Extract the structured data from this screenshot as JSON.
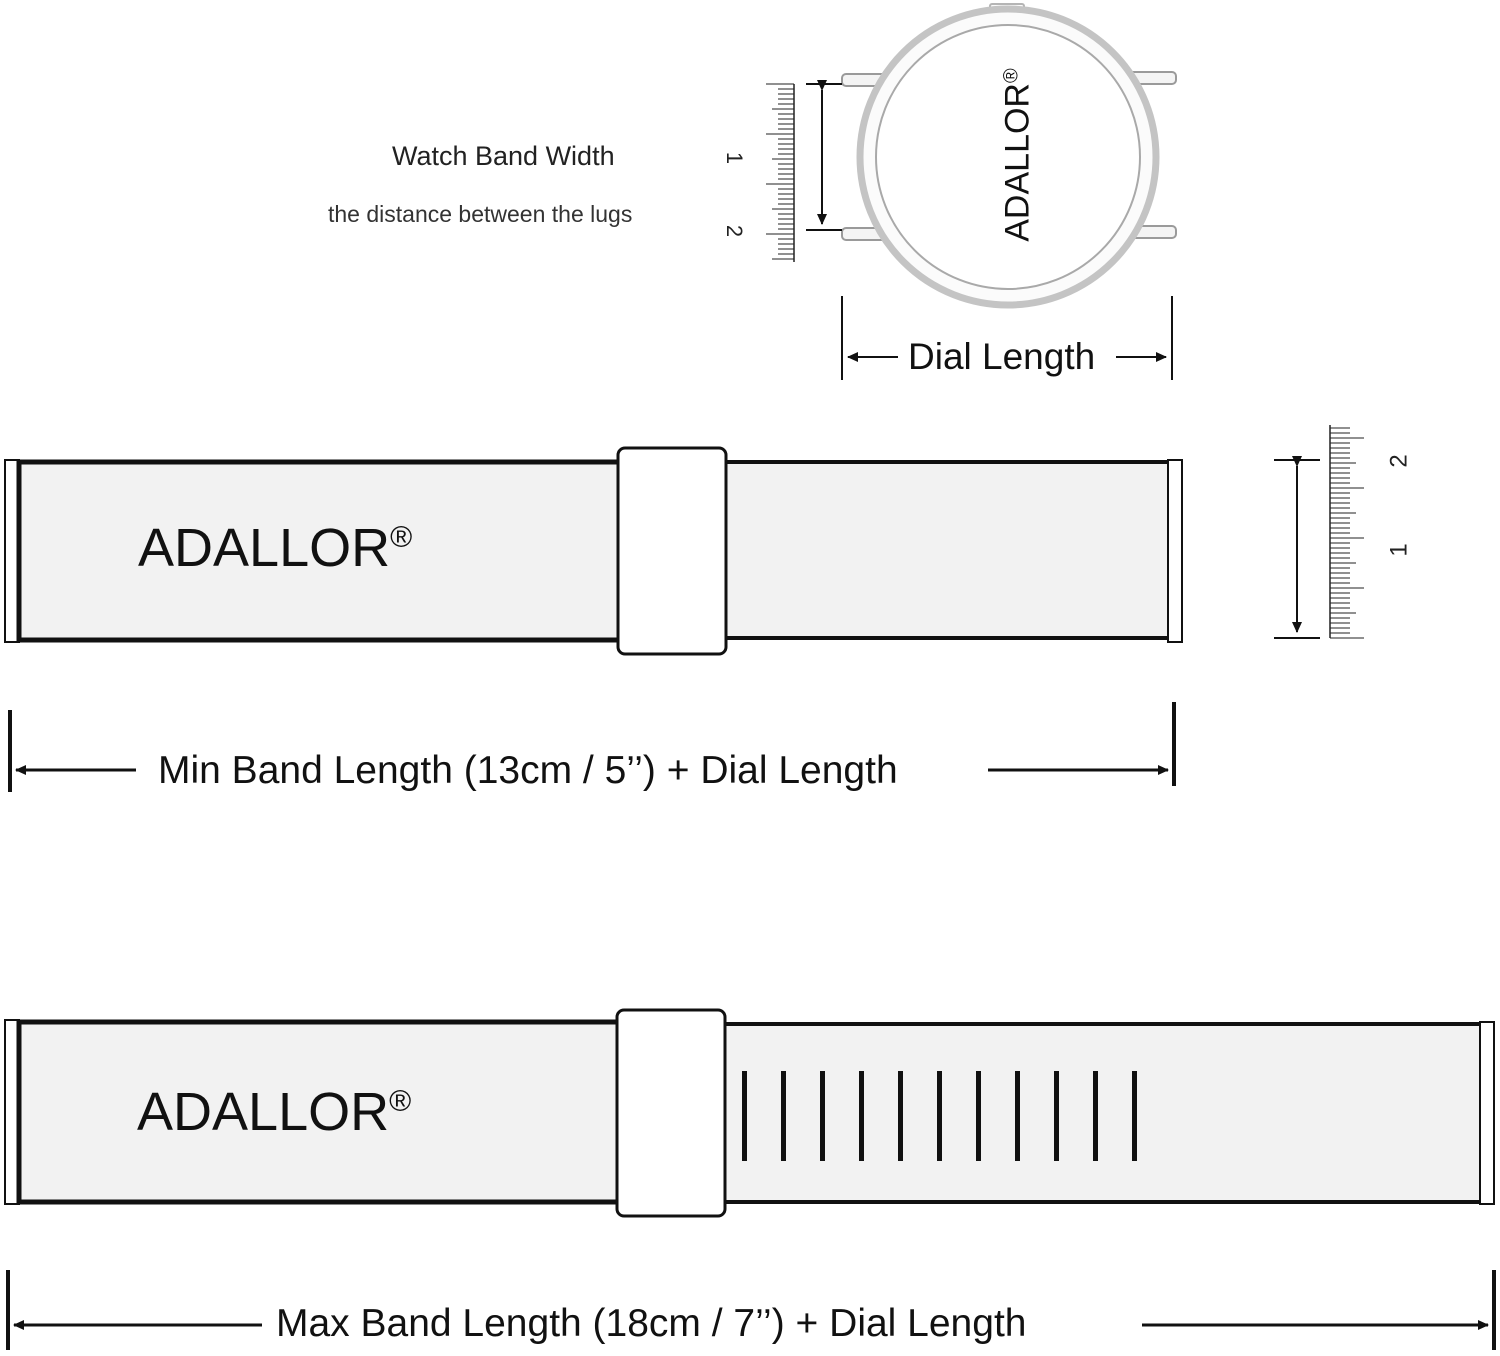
{
  "labels": {
    "band_width_title": "Watch Band Width",
    "band_width_subtitle": "the distance between the lugs",
    "dial_length": "Dial Length",
    "min_band_length": "Min Band Length (13cm / 5’’) + Dial Length",
    "max_band_length": "Max Band Length (18cm / 7’’) + Dial Length"
  },
  "brand": {
    "name": "ADALLOR",
    "mark": "®"
  },
  "ruler_top": {
    "tick_1": "1",
    "tick_2": "2"
  },
  "ruler_right": {
    "tick_1": "1",
    "tick_2": "2"
  },
  "colors": {
    "background": "#ffffff",
    "outline": "#111111",
    "band_fill": "#f2f2f2",
    "dial_ring": "#bdbdbd"
  },
  "icons": [
    "watch-dial-icon",
    "ruler-icon",
    "arrow-icon",
    "strap-hole-icon"
  ]
}
